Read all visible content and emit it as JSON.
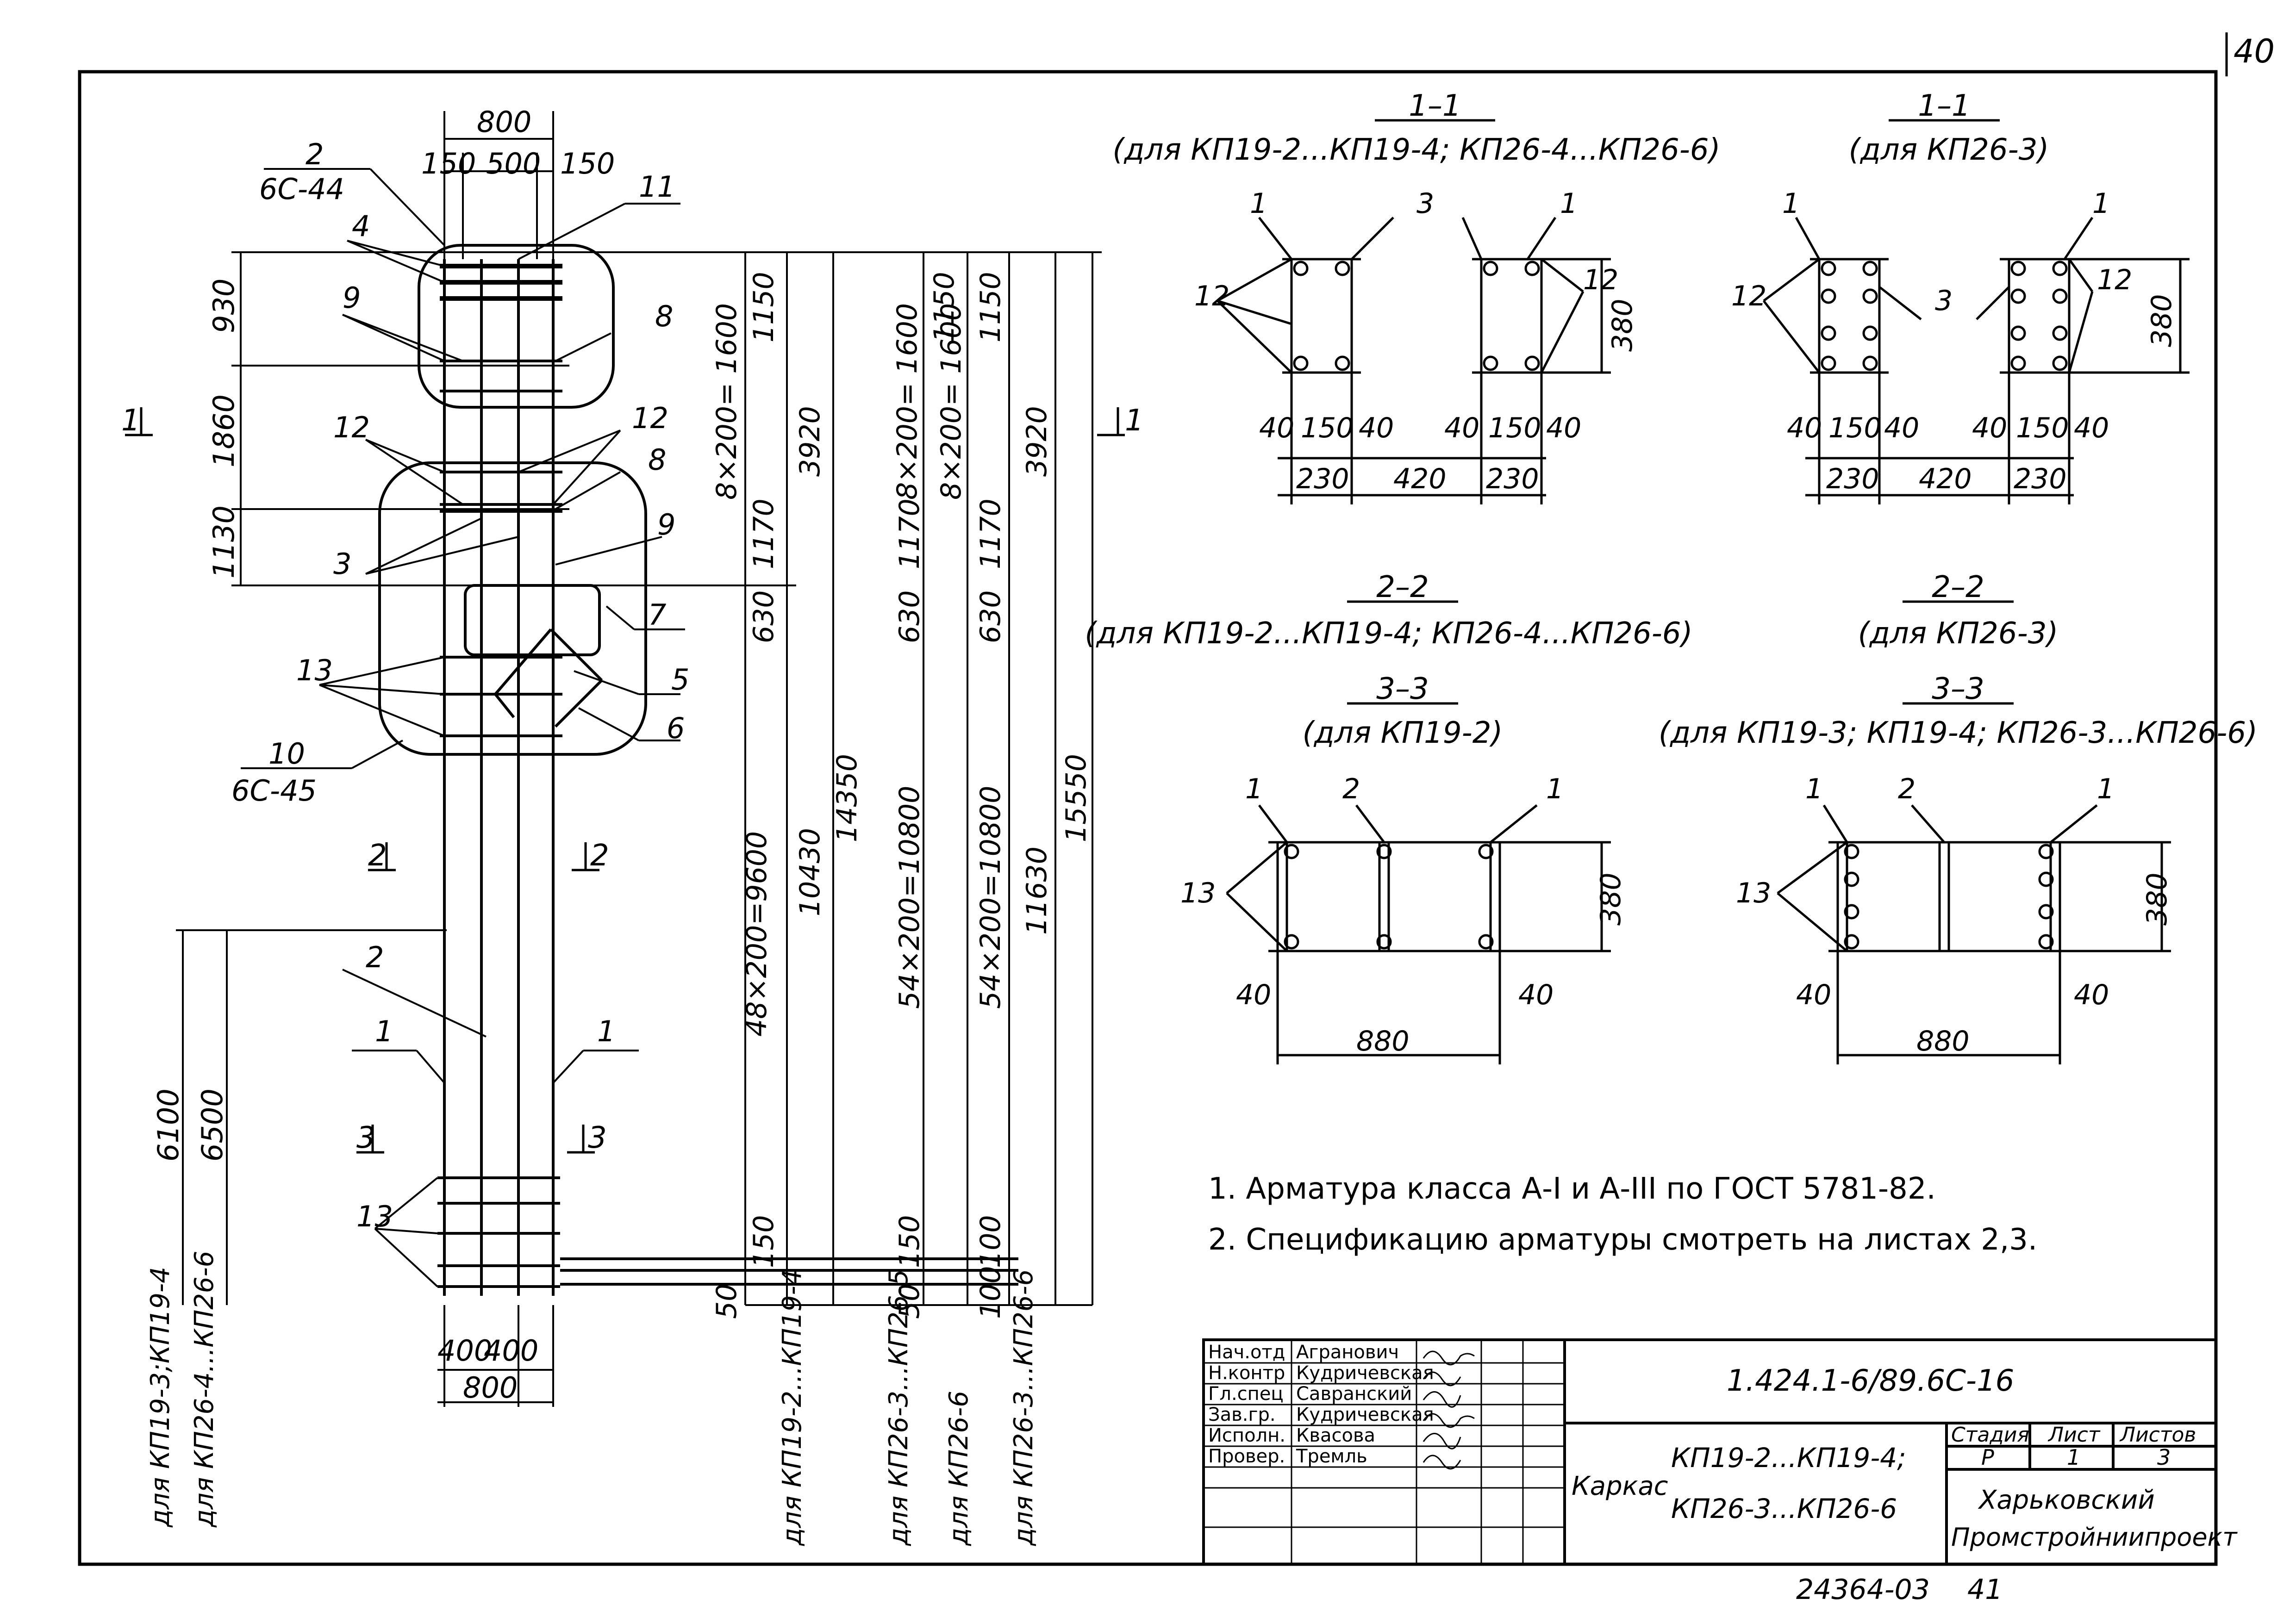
{
  "sheet_number": "40",
  "bottom_stamp": "24364-03",
  "bottom_page": "41",
  "elevation": {
    "section_marks": {
      "s1": "1",
      "s2": "2",
      "s3": "3"
    },
    "top_width": "800",
    "top_parts": [
      "150",
      "500",
      "150"
    ],
    "left_dims": [
      "930",
      "1860",
      "1130"
    ],
    "bottom_parts": [
      "400",
      "400"
    ],
    "bottom_width": "800",
    "lengths": [
      "6100",
      "6500"
    ],
    "callouts": {
      "c2": "2",
      "c2_ref": "6С-44",
      "c4": "4",
      "c11": "11",
      "c9": "9",
      "c8": "8",
      "c12": "12",
      "c3": "3",
      "c7": "7",
      "c5": "5",
      "c6": "6",
      "c13": "13",
      "c10": "10",
      "c10_ref": "6С-45",
      "c1": "1"
    }
  },
  "columns": [
    {
      "dims": [
        "1150",
        "8×200=\n1600",
        "1170",
        "630",
        "48×200=9600",
        "150",
        "50"
      ],
      "total": "3920",
      "overall": "10430",
      "label": "для КП19-2...КП19-4"
    },
    {
      "dims": [
        "14350"
      ],
      "total": "",
      "overall": "",
      "label": ""
    },
    {
      "dims": [
        "1150",
        "8×200=\n1600",
        "1170",
        "630",
        "54×200=10800",
        "150",
        "50"
      ],
      "total": "",
      "overall": "",
      "label": "для КП26-3...КП26-5"
    },
    {
      "dims": [
        "1150",
        "8×200=\n1600",
        "1170",
        "630",
        "54×200=10800",
        "100",
        "100"
      ],
      "total": "3920",
      "overall": "11630",
      "label": "для КП26-6"
    },
    {
      "dims": [
        "15550"
      ],
      "total": "",
      "overall": "",
      "label": "для КП26-3...КП26-6"
    }
  ],
  "left_labels": [
    "для КП19-3;КП19-4",
    "для КП26-4...КП26-6"
  ],
  "sections": {
    "s11a": {
      "title": "1–1",
      "subtitle": "(для КП19-2...КП19-4; КП26-4...КП26-6)"
    },
    "s11b": {
      "title": "1–1",
      "subtitle": "(для КП26-3)"
    },
    "s22a": {
      "title": "2–2",
      "subtitle": "(для КП19-2...КП19-4; КП26-4...КП26-6)"
    },
    "s22b": {
      "title": "2–2",
      "subtitle": "(для КП26-3)"
    },
    "s33a": {
      "title": "3–3",
      "subtitle": "(для КП19-2)"
    },
    "s33b": {
      "title": "3–3",
      "subtitle": "(для КП19-3; КП19-4; КП26-3...КП26-6)"
    },
    "sec1_dims": {
      "parts": [
        "40",
        "150",
        "40"
      ],
      "bottom": [
        "230",
        "420",
        "230"
      ],
      "height": "380"
    },
    "sec1_callouts": [
      "1",
      "3",
      "1",
      "12",
      "12"
    ],
    "sec3_dims": {
      "side": [
        "40",
        "40"
      ],
      "width": "880",
      "height": "380"
    },
    "sec3_callouts": [
      "1",
      "2",
      "1",
      "13"
    ]
  },
  "notes": [
    "1. Арматура класса А-I и А-III по ГОСТ 5781-82.",
    "2. Спецификацию арматуры смотреть на листах 2,3."
  ],
  "title_block": {
    "roles": [
      "Нач.отд",
      "Н.контр",
      "Гл.спец",
      "Зав.гр.",
      "Исполн.",
      "Провер."
    ],
    "names": [
      "Агранович",
      "Кудричевская",
      "Савранский",
      "Кудричевская",
      "Квасова",
      "Тремль"
    ],
    "code": "1.424.1-6/89.6С-16",
    "title_word": "Каркас",
    "title_line1": "КП19-2...КП19-4;",
    "title_line2": "КП26-3...КП26-6",
    "stage_label": "Стадия",
    "sheet_label": "Лист",
    "sheets_label": "Листов",
    "stage": "Р",
    "sheet": "1",
    "sheets": "3",
    "org_line1": "Харьковский",
    "org_line2": "Промстройниипроект"
  }
}
